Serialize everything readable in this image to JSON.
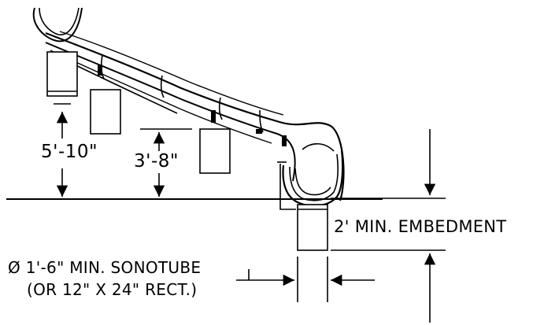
{
  "dimensions": {
    "upper_height": "5'-10\"",
    "lower_height": "3'-8\"",
    "embedment": "2' MIN. EMBEDMENT",
    "sonotube_line1": "Ø 1'-6\" MIN. SONOTUBE",
    "sonotube_line2": "(OR 12\" X 24\" RECT.)"
  },
  "colors": {
    "line": "#000000",
    "background": "#ffffff"
  }
}
